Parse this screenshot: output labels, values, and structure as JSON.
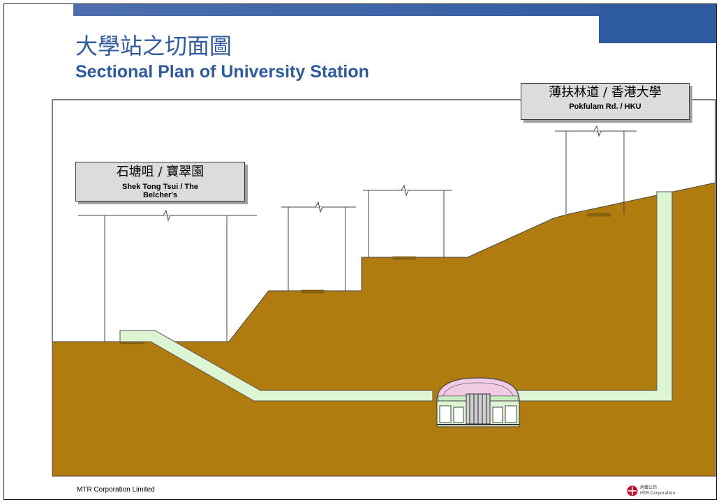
{
  "header": {
    "title_zh": "大學站之切面圖",
    "title_en": "Sectional Plan of University Station"
  },
  "labels": {
    "shek_tong_tsui": {
      "zh": "石塘咀 / 寶翠園",
      "en": "Shek Tong Tsui / The Belcher's"
    },
    "pokfulam": {
      "zh": "薄扶林道 / 香港大學",
      "en": "Pokfulam Rd. / HKU"
    }
  },
  "footer": {
    "company": "MTR Corporation Limited",
    "logo_zh": "地鐵公司",
    "logo_en": "MTR Corporation"
  },
  "colors": {
    "title": "#2e5aa0",
    "ground": "#b07c0f",
    "tunnel": "#ddf5d3",
    "station": "#f1cbe4",
    "logo_red": "#c8102e"
  }
}
